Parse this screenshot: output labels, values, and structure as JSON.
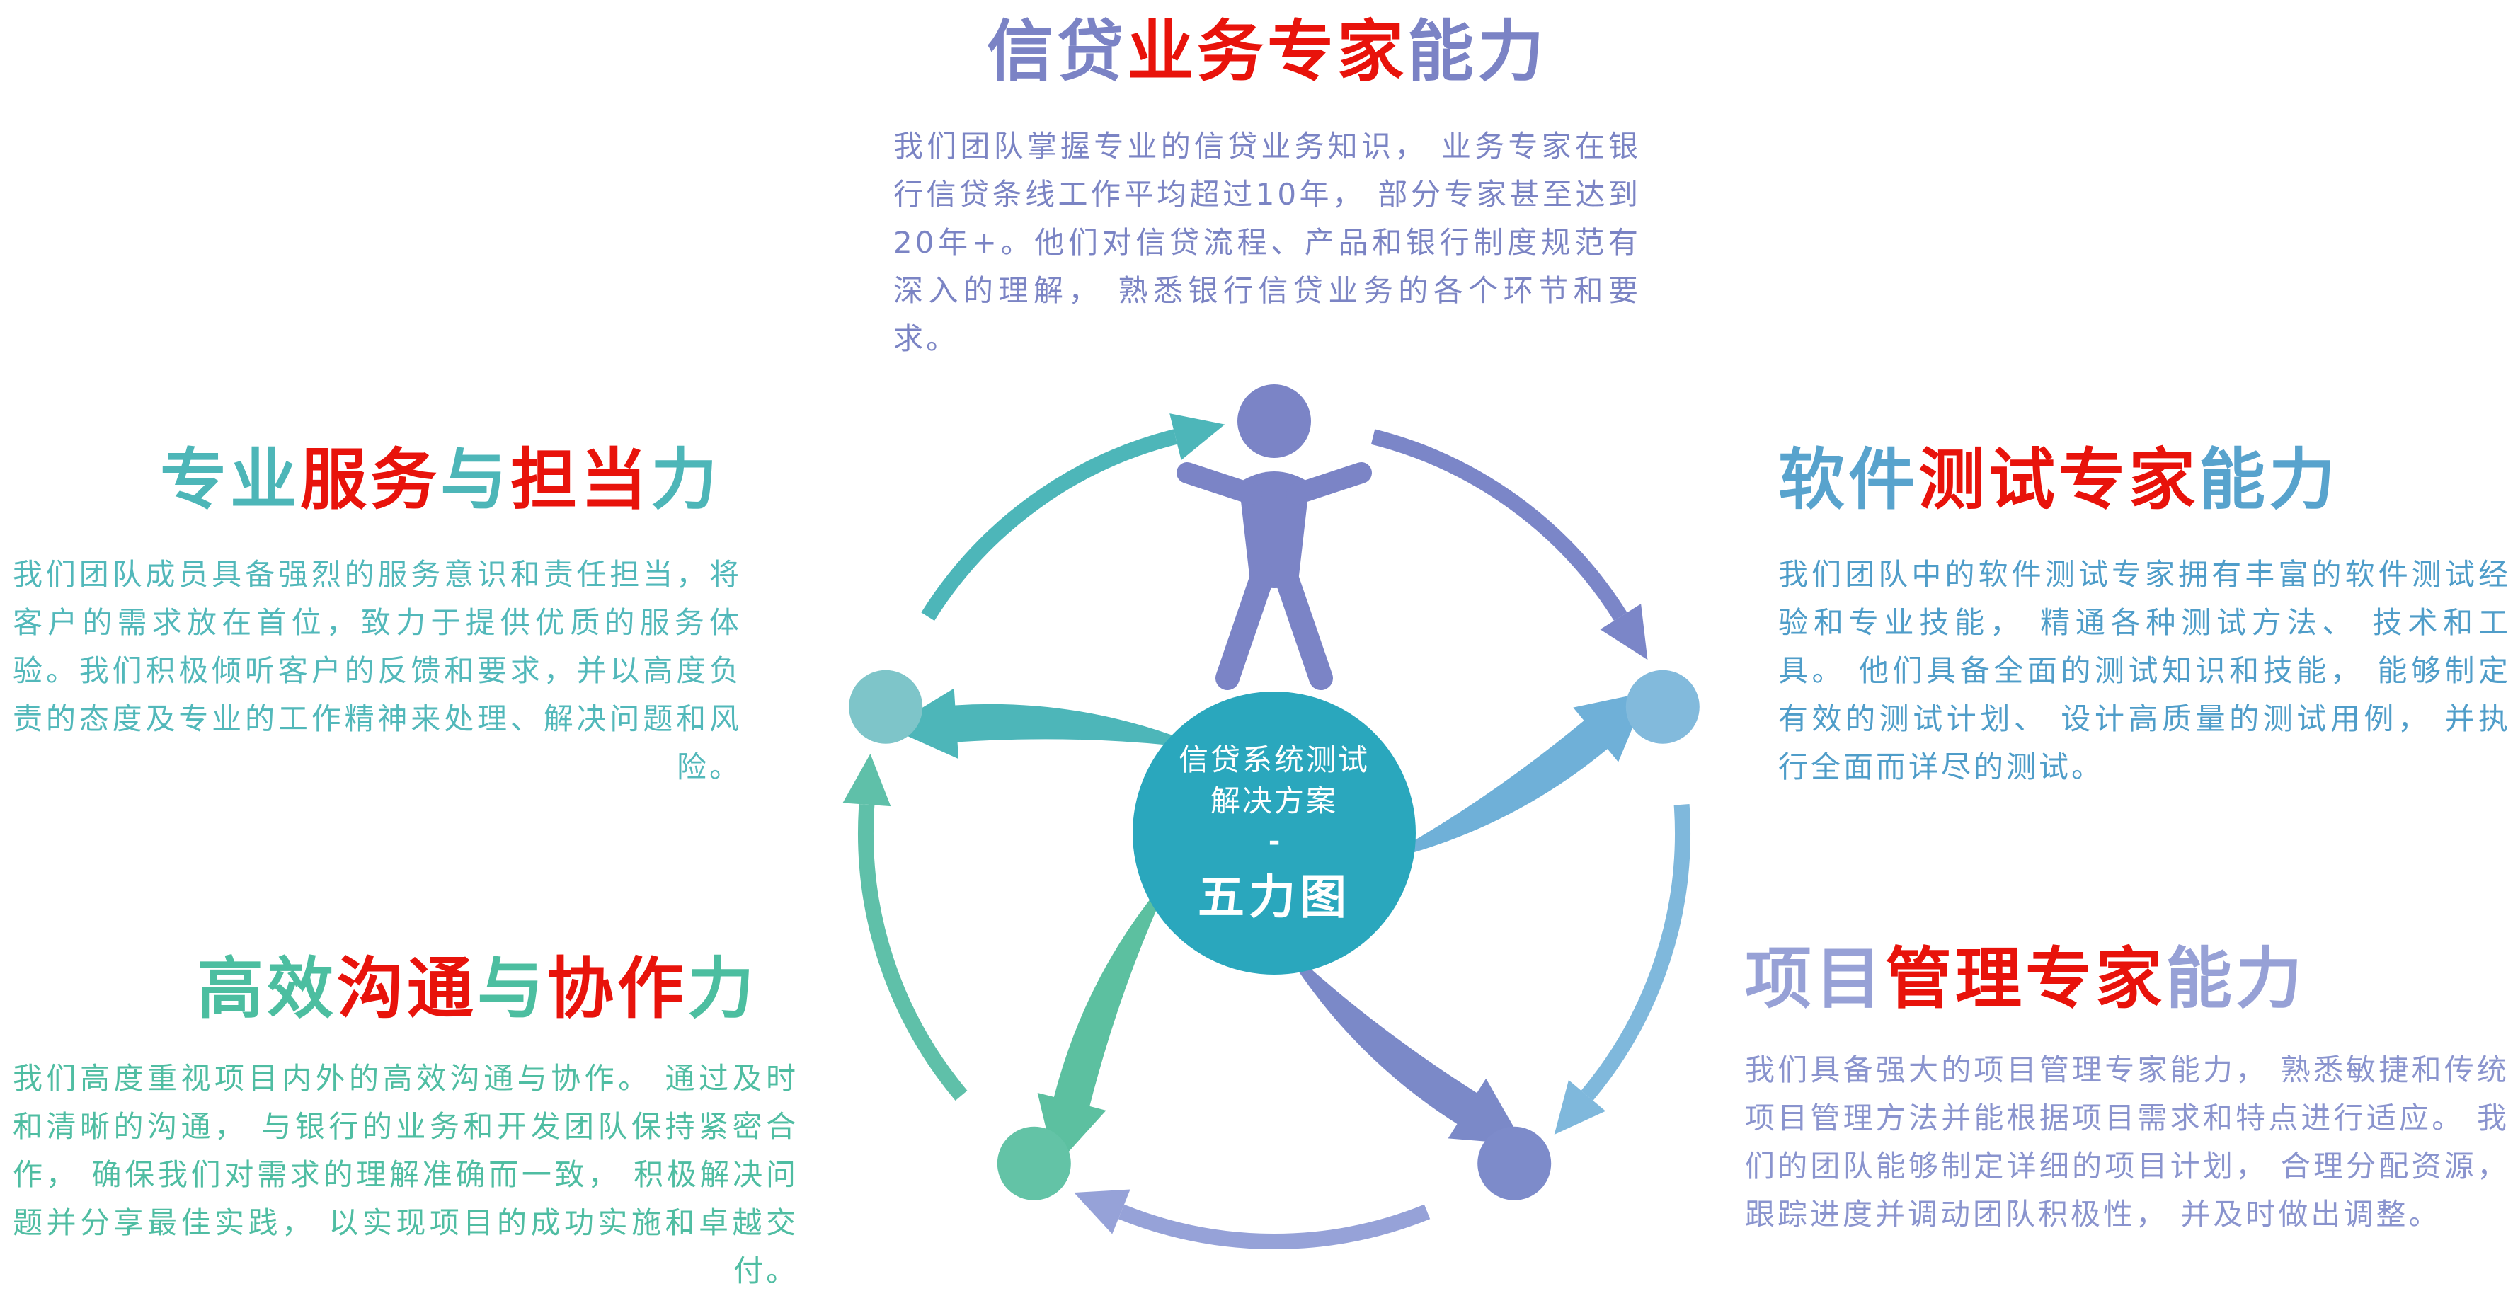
{
  "page": {
    "background": "#ffffff"
  },
  "colors": {
    "red": "#e8130b",
    "purple": "#7b83c5",
    "teal": "#4db6b8",
    "green": "#4cbea0",
    "blue": "#58a3cd",
    "periwinkle": "#97a1d6",
    "center_circle": "#2aa7bd",
    "person": "#7b84c6"
  },
  "center": {
    "line1": "信贷系统测试",
    "line2": "解决方案",
    "dash": "-",
    "label": "五力图"
  },
  "sections": {
    "credit_business": {
      "title_parts": [
        {
          "text": "信贷",
          "color": "#7b83c5"
        },
        {
          "text": "业务专家",
          "color": "#e8130b"
        },
        {
          "text": "能力",
          "color": "#7b83c5"
        }
      ],
      "body": "我们团队掌握专业的信贷业务知识， 业务专家在银行信贷条线工作平均超过10年， 部分专家甚至达到20年+。他们对信贷流程、产品和银行制度规范有深入的理解， 熟悉银行信贷业务的各个环节和要求。"
    },
    "service": {
      "title_parts": [
        {
          "text": "专业",
          "color": "#4db6b8"
        },
        {
          "text": "服务",
          "color": "#e8130b"
        },
        {
          "text": "与",
          "color": "#4db6b8"
        },
        {
          "text": "担当",
          "color": "#e8130b"
        },
        {
          "text": "力",
          "color": "#4db6b8"
        }
      ],
      "body": "我们团队成员具备强烈的服务意识和责任担当，将客户的需求放在首位，致力于提供优质的服务体验。我们积极倾听客户的反馈和要求，并以高度负责的态度及专业的工作精神来处理、解决问题和风险。"
    },
    "communication": {
      "title_parts": [
        {
          "text": "高效",
          "color": "#4cbea0"
        },
        {
          "text": "沟通",
          "color": "#e8130b"
        },
        {
          "text": "与",
          "color": "#4cbea0"
        },
        {
          "text": "协作",
          "color": "#e8130b"
        },
        {
          "text": "力",
          "color": "#4cbea0"
        }
      ],
      "body": "我们高度重视项目内外的高效沟通与协作。 通过及时和清晰的沟通， 与银行的业务和开发团队保持紧密合作， 确保我们对需求的理解准确而一致， 积极解决问题并分享最佳实践， 以实现项目的成功实施和卓越交付。"
    },
    "software_testing": {
      "title_parts": [
        {
          "text": "软件",
          "color": "#58a3cd"
        },
        {
          "text": "测试专家",
          "color": "#e8130b"
        },
        {
          "text": "能力",
          "color": "#58a3cd"
        }
      ],
      "body": "我们团队中的软件测试专家拥有丰富的软件测试经验和专业技能， 精通各种测试方法、 技术和工具。 他们具备全面的测试知识和技能， 能够制定有效的测试计划、 设计高质量的测试用例， 并执行全面而详尽的测试。"
    },
    "project_management": {
      "title_parts": [
        {
          "text": "项目",
          "color": "#97a1d6"
        },
        {
          "text": "管理专家",
          "color": "#e8130b"
        },
        {
          "text": "能力",
          "color": "#97a1d6"
        }
      ],
      "body": "我们具备强大的项目管理专家能力， 熟悉敏捷和传统项目管理方法并能根据项目需求和特点进行适应。 我们的团队能够制定详细的项目计划， 合理分配资源， 跟踪进度并调动团队积极性， 并及时做出调整。"
    }
  },
  "diagram": {
    "nodes": [
      {
        "name": "service",
        "angle": 198,
        "color": "#7ec5c9"
      },
      {
        "name": "software-testing",
        "angle": -18,
        "color": "#82badc"
      },
      {
        "name": "communication",
        "angle": 126,
        "color": "#63c3a6"
      },
      {
        "name": "project-management",
        "angle": 54,
        "color": "#7d8bca"
      }
    ],
    "arcs": [
      {
        "name": "service-to-credit",
        "from": 212,
        "to": 256,
        "color": "#4db6b9"
      },
      {
        "name": "credit-to-testing",
        "from": 284,
        "to": 328,
        "color": "#7b86c8"
      },
      {
        "name": "testing-to-management",
        "from": 356,
        "to": 400,
        "color": "#7fb8dc"
      },
      {
        "name": "management-to-communication",
        "from": 428,
        "to": 472,
        "color": "#96a2d8"
      },
      {
        "name": "communication-to-service",
        "from": 500,
        "to": 544,
        "color": "#5fc0a9"
      }
    ],
    "swooshes": [
      {
        "name": "service",
        "angle": 198,
        "color": "#4db6b9"
      },
      {
        "name": "software-testing",
        "angle": -18,
        "color": "#6fb0d8"
      },
      {
        "name": "communication",
        "angle": 126,
        "color": "#5cc0a0"
      },
      {
        "name": "project-management",
        "angle": 54,
        "color": "#7b89c8"
      }
    ]
  }
}
